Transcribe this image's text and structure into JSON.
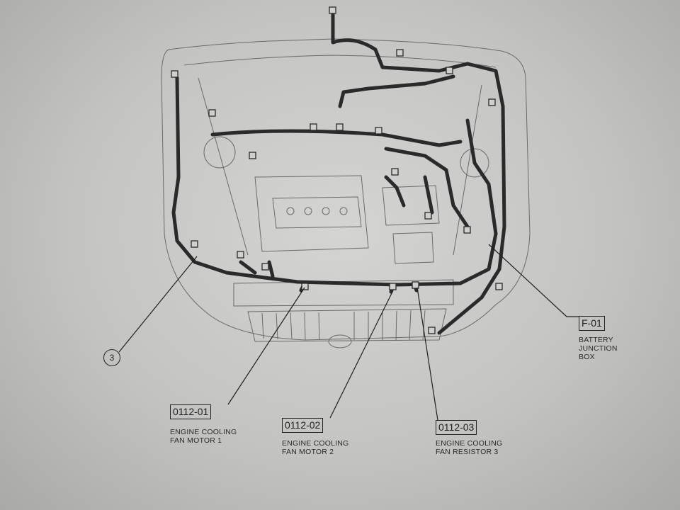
{
  "diagram": {
    "callouts": [
      {
        "id": "3"
      },
      {
        "code": "0112-01",
        "desc_line1": "ENGINE COOLING",
        "desc_line2": "FAN MOTOR 1"
      },
      {
        "code": "0112-02",
        "desc_line1": "ENGINE COOLING",
        "desc_line2": "FAN MOTOR 2"
      },
      {
        "code": "0112-03",
        "desc_line1": "ENGINE COOLING",
        "desc_line2": "FAN RESISTOR 3"
      },
      {
        "code": "F-01",
        "desc_line1": "BATTERY",
        "desc_line2": "JUNCTION",
        "desc_line3": "BOX"
      }
    ]
  }
}
